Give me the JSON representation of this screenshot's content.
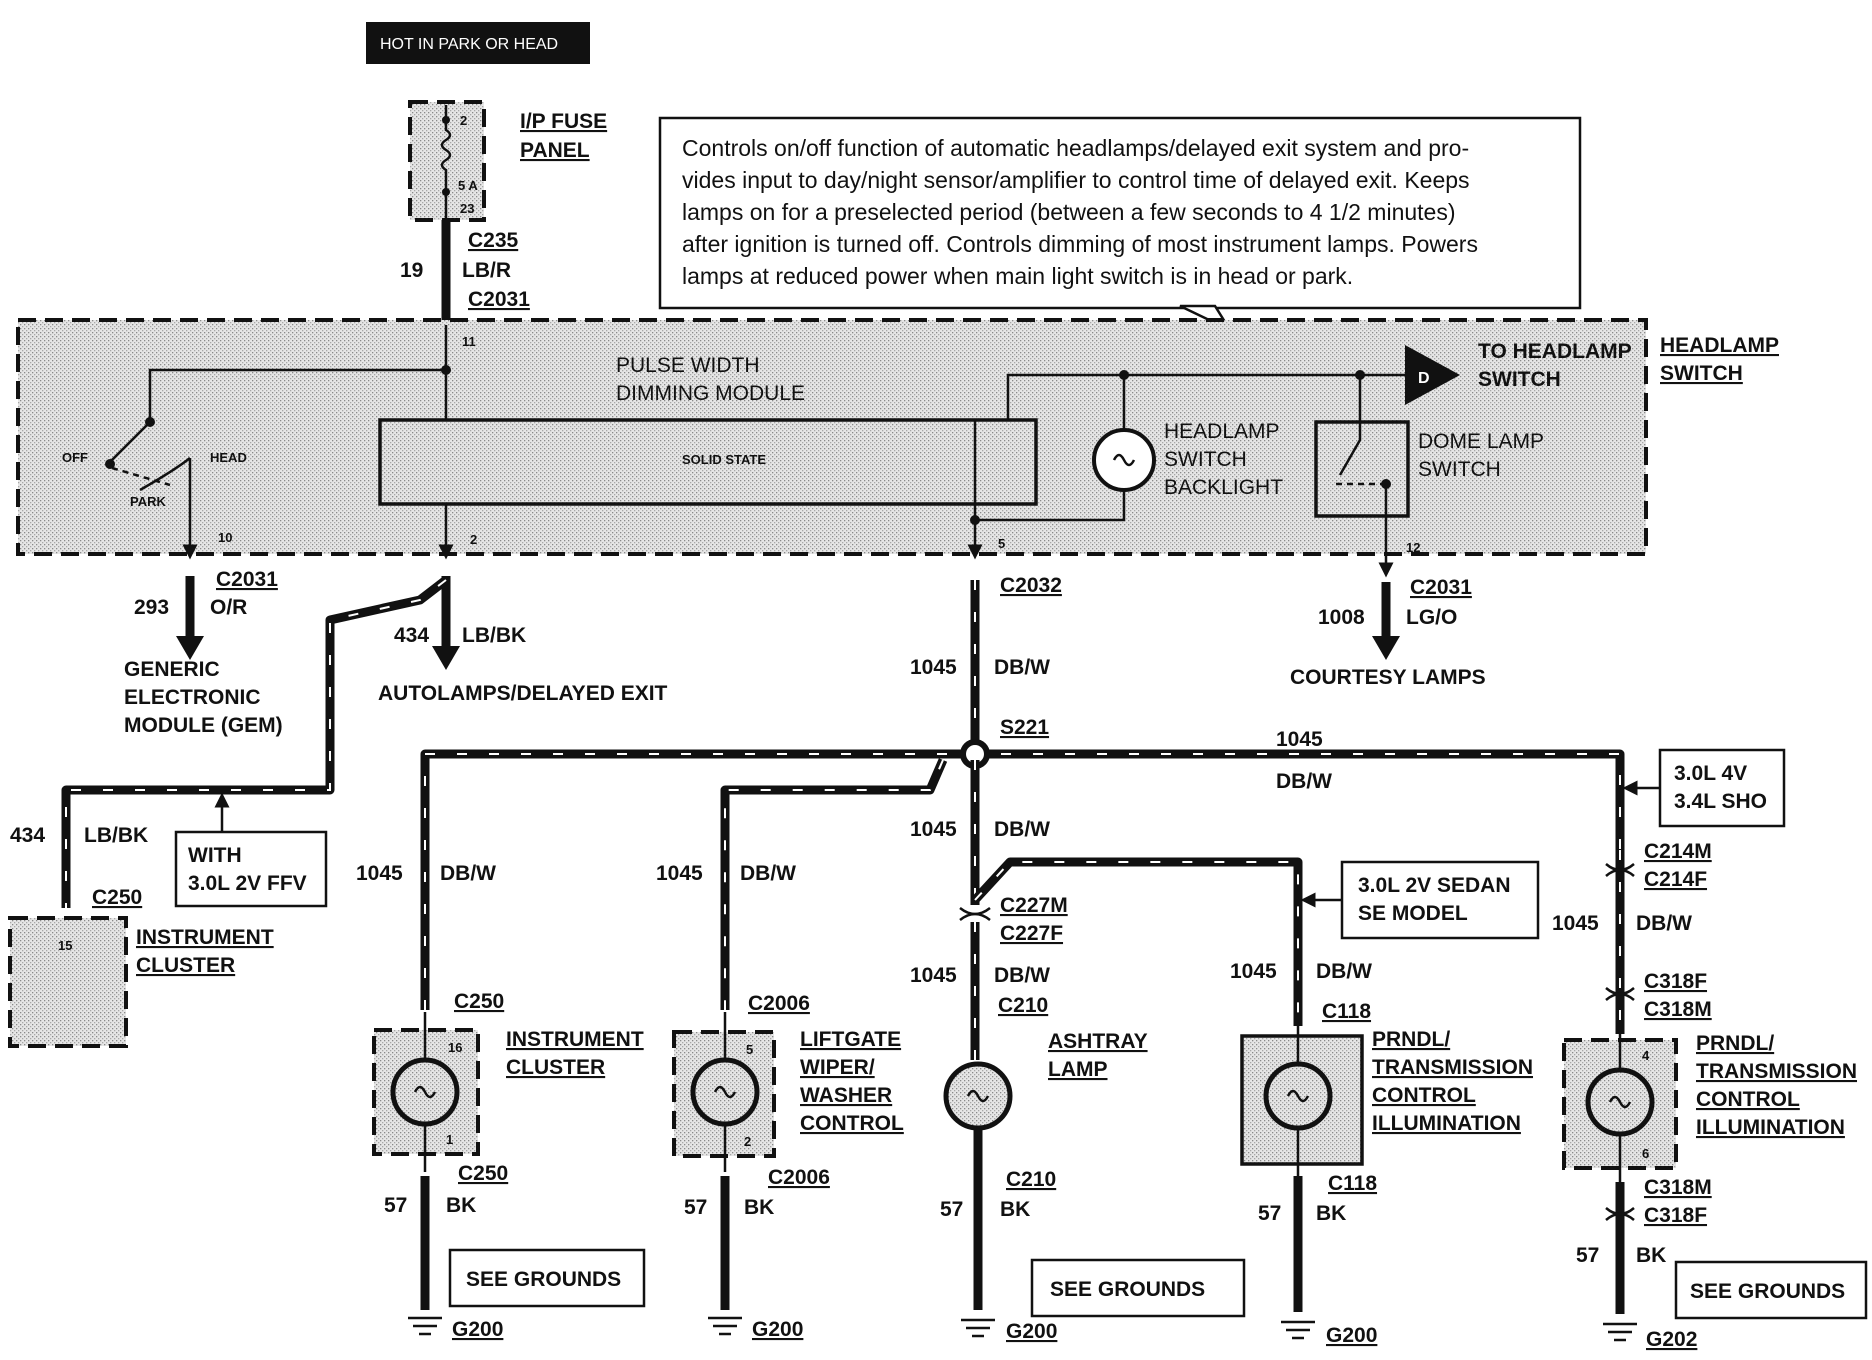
{
  "hot_label": "HOT IN PARK OR HEAD",
  "fuse_panel": {
    "name_line1": "I/P FUSE",
    "name_line2": "PANEL",
    "pin_top": "2",
    "rating": "5 A",
    "pin_bottom": "23"
  },
  "feed": {
    "connector_top": "C235",
    "circuit": "19",
    "color": "LB/R",
    "connector_bottom": "C2031"
  },
  "callout_lines": [
    "Controls on/off function of automatic headlamps/delayed exit system and pro-",
    "vides input to day/night sensor/amplifier to control time of delayed exit.  Keeps",
    "lamps on for a preselected period (between a few seconds to 4 1/2 minutes)",
    "after ignition is turned off.  Controls dimming of most instrument lamps.  Powers",
    "lamps at reduced power when main light switch is in head or park."
  ],
  "headlamp_switch": {
    "name_line1": "HEADLAMP",
    "name_line2": "SWITCH",
    "pwm_line1": "PULSE WIDTH",
    "pwm_line2": "DIMMING MODULE",
    "solid_state": "SOLID STATE",
    "pos_off": "OFF",
    "pos_head": "HEAD",
    "pos_park": "PARK",
    "pin_11": "11",
    "pin_10": "10",
    "pin_2": "2",
    "pin_5": "5",
    "pin_12": "12",
    "to_headlamp_line1": "TO HEADLAMP",
    "to_headlamp_line2": "SWITCH",
    "d_glyph": "D",
    "backlight_line1": "HEADLAMP",
    "backlight_line2": "SWITCH",
    "backlight_line3": "BACKLIGHT",
    "dome_line1": "DOME LAMP",
    "dome_line2": "SWITCH"
  },
  "gem_out": {
    "connector": "C2031",
    "circuit": "293",
    "color": "O/R",
    "dest_line1": "GENERIC",
    "dest_line2": "ELECTRONIC",
    "dest_line3": "MODULE (GEM)"
  },
  "autolamps_out": {
    "circuit": "434",
    "color": "LB/BK",
    "dest": "AUTOLAMPS/DELAYED EXIT"
  },
  "courtesy_out": {
    "connector": "C2031",
    "circuit": "1008",
    "color": "LG/O",
    "dest": "COURTESY LAMPS"
  },
  "main_feed": {
    "connector": "C2032",
    "circuit": "1045",
    "color": "DB/W",
    "splice": "S221"
  },
  "left_cluster": {
    "circuit": "434",
    "color": "LB/BK",
    "connector": "C250",
    "pin": "15",
    "name_line1": "INSTRUMENT",
    "name_line2": "CLUSTER",
    "note_line1": "WITH",
    "note_line2": "3.0L 2V FFV"
  },
  "branches": {
    "top_right_circuit": "1045",
    "top_right_color": "DB/W",
    "note_34l_line1": "3.0L 4V",
    "note_34l_line2": "3.4L SHO",
    "note_sedan_line1": "3.0L 2V SEDAN",
    "note_sedan_line2": "SE MODEL"
  },
  "loads": [
    {
      "circuit": "1045",
      "color": "DB/W",
      "conn_top": "C250",
      "pin_top": "16",
      "pin_bottom": "1",
      "conn_bottom": "C250",
      "name": [
        "INSTRUMENT",
        "CLUSTER"
      ],
      "gnd_circuit": "57",
      "gnd_color": "BK",
      "ground": "G200"
    },
    {
      "circuit": "1045",
      "color": "DB/W",
      "conn_top": "C2006",
      "pin_top": "5",
      "pin_bottom": "2",
      "conn_bottom": "C2006",
      "name": [
        "LIFTGATE",
        "WIPER/",
        "WASHER",
        "CONTROL"
      ],
      "gnd_circuit": "57",
      "gnd_color": "BK",
      "ground": "G200"
    },
    {
      "circuit_a": "1045",
      "color_a": "DB/W",
      "conn_m": "C227M",
      "conn_f": "C227F",
      "circuit": "1045",
      "color": "DB/W",
      "conn_top": "C210",
      "conn_bottom": "C210",
      "name": [
        "ASHTRAY",
        "LAMP"
      ],
      "gnd_circuit": "57",
      "gnd_color": "BK",
      "ground": "G200"
    },
    {
      "circuit": "1045",
      "color": "DB/W",
      "conn_top": "C118",
      "conn_bottom": "C118",
      "name": [
        "PRNDL/",
        "TRANSMISSION",
        "CONTROL",
        "ILLUMINATION"
      ],
      "gnd_circuit": "57",
      "gnd_color": "BK",
      "ground": "G200"
    },
    {
      "conn_m1": "C214M",
      "conn_f1": "C214F",
      "circuit": "1045",
      "color": "DB/W",
      "conn_f2": "C318F",
      "conn_m2": "C318M",
      "pin_top": "4",
      "pin_bottom": "6",
      "name": [
        "PRNDL/",
        "TRANSMISSION",
        "CONTROL",
        "ILLUMINATION"
      ],
      "conn_m3": "C318M",
      "conn_f3": "C318F",
      "gnd_circuit": "57",
      "gnd_color": "BK",
      "ground": "G202"
    }
  ],
  "see_grounds": "SEE GROUNDS"
}
